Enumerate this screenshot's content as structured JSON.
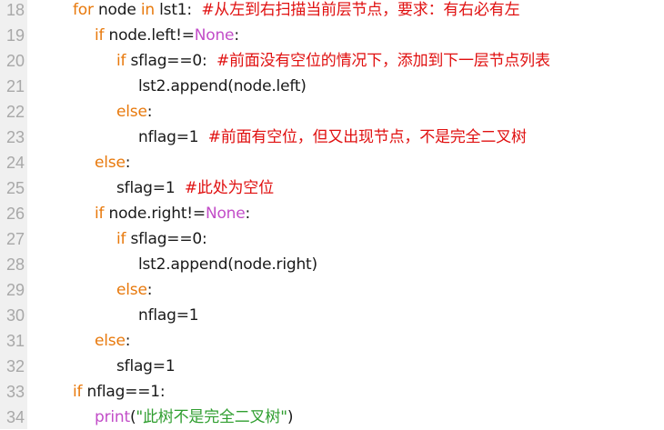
{
  "editor": {
    "lines": [
      {
        "num": "18",
        "tokens": [
          {
            "t": "for",
            "c": "kw"
          },
          {
            "t": " node ",
            "c": "plain"
          },
          {
            "t": "in",
            "c": "kw"
          },
          {
            "t": " lst1:  ",
            "c": "plain"
          },
          {
            "t": "#从左到右扫描当前层节点，要求：有右必有左",
            "c": "cm"
          }
        ]
      },
      {
        "num": "19",
        "tokens": [
          {
            "t": "if",
            "c": "kw"
          },
          {
            "t": " node.left!=",
            "c": "plain"
          },
          {
            "t": "None",
            "c": "kw2"
          },
          {
            "t": ":",
            "c": "plain"
          }
        ]
      },
      {
        "num": "20",
        "tokens": [
          {
            "t": "if",
            "c": "kw"
          },
          {
            "t": " sflag==0:  ",
            "c": "plain"
          },
          {
            "t": "#前面没有空位的情况下，添加到下一层节点列表",
            "c": "cm"
          }
        ]
      },
      {
        "num": "21",
        "tokens": [
          {
            "t": "lst2.append(node.left)",
            "c": "plain"
          }
        ]
      },
      {
        "num": "22",
        "tokens": [
          {
            "t": "else",
            "c": "kw"
          },
          {
            "t": ":",
            "c": "plain"
          }
        ]
      },
      {
        "num": "23",
        "tokens": [
          {
            "t": "nflag=1  ",
            "c": "plain"
          },
          {
            "t": "#前面有空位，但又出现节点，不是完全二叉树",
            "c": "cm"
          }
        ]
      },
      {
        "num": "24",
        "tokens": [
          {
            "t": "else",
            "c": "kw"
          },
          {
            "t": ":",
            "c": "plain"
          }
        ]
      },
      {
        "num": "25",
        "tokens": [
          {
            "t": "sflag=1  ",
            "c": "plain"
          },
          {
            "t": "#此处为空位",
            "c": "cm"
          }
        ]
      },
      {
        "num": "26",
        "tokens": [
          {
            "t": "if",
            "c": "kw"
          },
          {
            "t": " node.right!=",
            "c": "plain"
          },
          {
            "t": "None",
            "c": "kw2"
          },
          {
            "t": ":",
            "c": "plain"
          }
        ]
      },
      {
        "num": "27",
        "tokens": [
          {
            "t": "if",
            "c": "kw"
          },
          {
            "t": " sflag==0:",
            "c": "plain"
          }
        ]
      },
      {
        "num": "28",
        "tokens": [
          {
            "t": "lst2.append(node.right)",
            "c": "plain"
          }
        ]
      },
      {
        "num": "29",
        "tokens": [
          {
            "t": "else",
            "c": "kw"
          },
          {
            "t": ":",
            "c": "plain"
          }
        ]
      },
      {
        "num": "30",
        "tokens": [
          {
            "t": "nflag=1",
            "c": "plain"
          }
        ]
      },
      {
        "num": "31",
        "tokens": [
          {
            "t": "else",
            "c": "kw"
          },
          {
            "t": ":",
            "c": "plain"
          }
        ]
      },
      {
        "num": "32",
        "tokens": [
          {
            "t": "sflag=1",
            "c": "plain"
          }
        ]
      },
      {
        "num": "33",
        "tokens": [
          {
            "t": "if",
            "c": "kw"
          },
          {
            "t": " nflag==1:",
            "c": "plain"
          }
        ]
      },
      {
        "num": "34",
        "tokens": [
          {
            "t": "print",
            "c": "bi"
          },
          {
            "t": "(",
            "c": "plain"
          },
          {
            "t": "\"此树不是完全二叉树\"",
            "c": "str"
          },
          {
            "t": ")",
            "c": "plain"
          }
        ]
      }
    ]
  },
  "colors": {
    "keyword": "#e8790c",
    "constant": "#c24dc8",
    "comment": "#e01010",
    "string": "#2f9e2f",
    "builtin": "#c24dc8",
    "text": "#1a1a1a",
    "line_number": "#a8a8a8",
    "gutter_background": "#f0f0f0"
  }
}
